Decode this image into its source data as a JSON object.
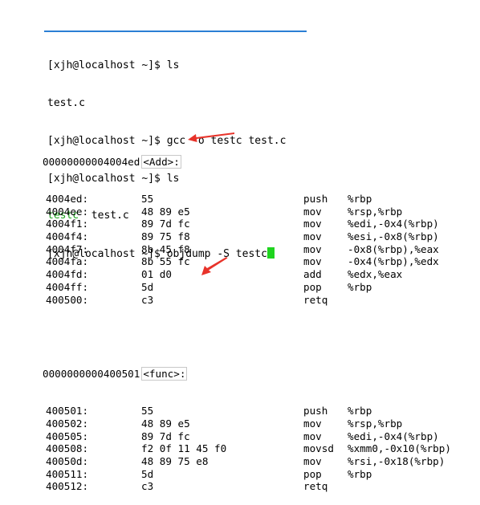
{
  "colors": {
    "accent_bar": "#2b7fd4",
    "executable_name": "#1ea51e",
    "cursor": "#1fd41f",
    "arrow": "#e8332a"
  },
  "terminal": {
    "lines": [
      {
        "prompt": "[xjh@localhost ~]$ ",
        "command": "ls"
      },
      {
        "output": "test.c"
      },
      {
        "prompt": "[xjh@localhost ~]$ ",
        "command": "gcc -o testc test.c"
      },
      {
        "prompt": "[xjh@localhost ~]$ ",
        "command": "ls"
      },
      {
        "output_green": "testc",
        "output_sep": "  ",
        "output": "test.c"
      },
      {
        "prompt": "[xjh@localhost ~]$ ",
        "command": "objdump -S testc"
      }
    ]
  },
  "disassembly": {
    "sections": [
      {
        "address": "00000000004004ed",
        "symbol": "<Add>:",
        "instructions": [
          {
            "addr": "4004ed:",
            "bytes": "55",
            "mnemonic": "push",
            "operands": "%rbp"
          },
          {
            "addr": "4004ee:",
            "bytes": "48 89 e5",
            "mnemonic": "mov",
            "operands": "%rsp,%rbp"
          },
          {
            "addr": "4004f1:",
            "bytes": "89 7d fc",
            "mnemonic": "mov",
            "operands": "%edi,-0x4(%rbp)"
          },
          {
            "addr": "4004f4:",
            "bytes": "89 75 f8",
            "mnemonic": "mov",
            "operands": "%esi,-0x8(%rbp)"
          },
          {
            "addr": "4004f7:",
            "bytes": "8b 45 f8",
            "mnemonic": "mov",
            "operands": "-0x8(%rbp),%eax"
          },
          {
            "addr": "4004fa:",
            "bytes": "8b 55 fc",
            "mnemonic": "mov",
            "operands": "-0x4(%rbp),%edx"
          },
          {
            "addr": "4004fd:",
            "bytes": "01 d0",
            "mnemonic": "add",
            "operands": "%edx,%eax"
          },
          {
            "addr": "4004ff:",
            "bytes": "5d",
            "mnemonic": "pop",
            "operands": "%rbp"
          },
          {
            "addr": "400500:",
            "bytes": "c3",
            "mnemonic": "retq",
            "operands": ""
          }
        ]
      },
      {
        "address": "0000000000400501",
        "symbol": "<func>:",
        "instructions": [
          {
            "addr": "400501:",
            "bytes": "55",
            "mnemonic": "push",
            "operands": "%rbp"
          },
          {
            "addr": "400502:",
            "bytes": "48 89 e5",
            "mnemonic": "mov",
            "operands": "%rsp,%rbp"
          },
          {
            "addr": "400505:",
            "bytes": "89 7d fc",
            "mnemonic": "mov",
            "operands": "%edi,-0x4(%rbp)"
          },
          {
            "addr": "400508:",
            "bytes": "f2 0f 11 45 f0",
            "mnemonic": "movsd",
            "operands": "%xmm0,-0x10(%rbp)"
          },
          {
            "addr": "40050d:",
            "bytes": "48 89 75 e8",
            "mnemonic": "mov",
            "operands": "%rsi,-0x18(%rbp)"
          },
          {
            "addr": "400511:",
            "bytes": "5d",
            "mnemonic": "pop",
            "operands": "%rbp"
          },
          {
            "addr": "400512:",
            "bytes": "c3",
            "mnemonic": "retq",
            "operands": ""
          }
        ]
      }
    ]
  },
  "annotations": {
    "arrow_icon": "red-arrow-icon"
  }
}
